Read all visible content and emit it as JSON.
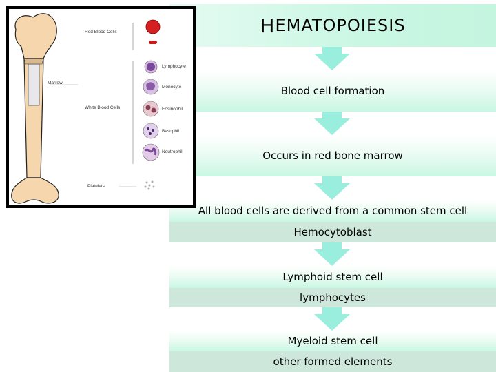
{
  "title_rest": "EMATOPOIESIS",
  "title_initial": "H",
  "steps": {
    "s1": "Blood cell formation",
    "s2": "Occurs in red bone marrow",
    "s3": "All blood cells are derived from a common stem cell",
    "s4": "Hemocytoblast",
    "s5": "Lymphoid stem cell",
    "s6": "lymphocytes",
    "s7": "Myeloid stem cell",
    "s8": "other formed elements"
  },
  "figure": {
    "red_blood_cells": "Red Blood Cells",
    "marrow": "Marrow",
    "white_blood_cells": "White Blood Cells",
    "platelets": "Platelets",
    "lymphocyte": "Lymphocyte",
    "monocyte": "Monocyte",
    "eosinophil": "Eosinophil",
    "basophil": "Basophil",
    "neutrophil": "Neutrophil"
  },
  "colors": {
    "arrow": "#99eedd",
    "panel_light": "#c9f7e3",
    "panel_mid": "#cde8da",
    "bone": "#f6d7ad"
  }
}
